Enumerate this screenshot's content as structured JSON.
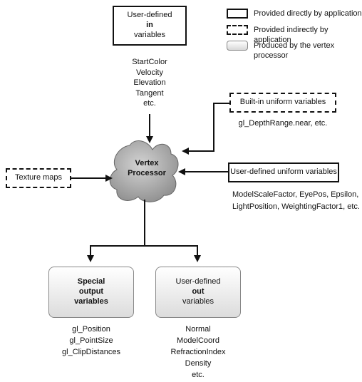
{
  "legend": {
    "direct": "Provided directly by application",
    "indirect": "Provided indirectly by application",
    "produced": "Produced by the vertex processor"
  },
  "in_box": {
    "line1": "User-defined",
    "line2": "in",
    "line3": "variables"
  },
  "in_vars": [
    "StartColor",
    "Velocity",
    "Elevation",
    "Tangent",
    "etc."
  ],
  "builtin_uniforms": {
    "title": "Built-in uniform variables",
    "example": "gl_DepthRange.near, etc."
  },
  "texture_maps": {
    "label": "Texture maps"
  },
  "processor": {
    "line1": "Vertex",
    "line2": "Processor"
  },
  "user_uniforms": {
    "title": "User-defined uniform variables",
    "examples": [
      "ModelScaleFactor, EyePos, Epsilon,",
      "LightPosition, WeightingFactor1, etc."
    ]
  },
  "special_out": {
    "line1": "Special",
    "line2": "output",
    "line3": "variables",
    "vars": [
      "gl_Position",
      "gl_PointSize",
      "gl_ClipDistances"
    ]
  },
  "user_out": {
    "line1": "User-defined",
    "line2": "out",
    "line3": "variables",
    "vars": [
      "Normal",
      "ModelCoord",
      "RefractionIndex",
      "Density",
      "etc."
    ]
  }
}
